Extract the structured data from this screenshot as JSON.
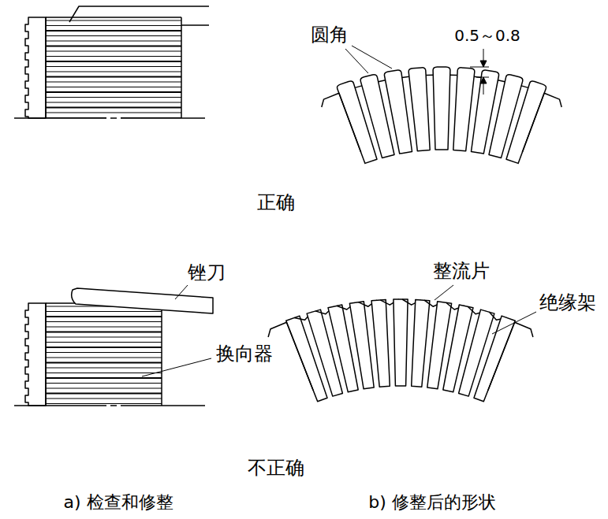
{
  "diagram": {
    "labels": [
      "圆角",
      "0.5～0.8",
      "正确",
      "锉刀",
      "整流片",
      "绝缘架",
      "换向器",
      "不正确",
      "a) 检查和修整",
      "b) 修整后的形状"
    ]
  }
}
